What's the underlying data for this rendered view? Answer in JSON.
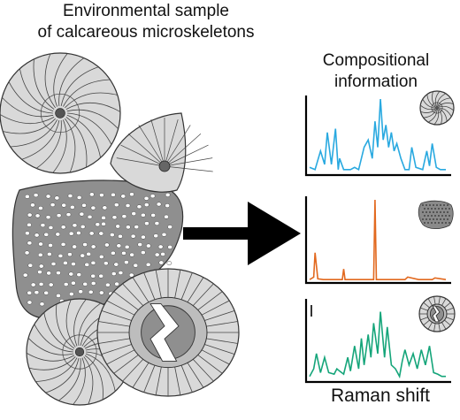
{
  "title": {
    "line1": "Environmental sample",
    "line2": "of calcareous microskeletons"
  },
  "output": {
    "line1": "Compositional",
    "line2": "information"
  },
  "xlabel": "Raman shift",
  "colors": {
    "spectrum_top": "#29a9e0",
    "spectrum_middle": "#e2691f",
    "spectrum_bottom": "#15a57a",
    "shell_fill": "#d9d9d9",
    "coral_fill": "#8f8f8f",
    "arrow": "#000000"
  },
  "icons": [
    "spiral-shell-icon",
    "porous-skeleton-icon",
    "bivalve-shell-icon"
  ],
  "chart_data": [
    {
      "type": "line",
      "name": "top-spectrum",
      "x": [
        0,
        0.04,
        0.08,
        0.11,
        0.13,
        0.16,
        0.19,
        0.21,
        0.22,
        0.25,
        0.3,
        0.33,
        0.36,
        0.4,
        0.43,
        0.46,
        0.48,
        0.5,
        0.52,
        0.54,
        0.56,
        0.58,
        0.6,
        0.62,
        0.64,
        0.67,
        0.7,
        0.73,
        0.75,
        0.78,
        0.83,
        0.86,
        0.88,
        0.9,
        0.93,
        0.96,
        1
      ],
      "values": [
        0.08,
        0.05,
        0.3,
        0.12,
        0.55,
        0.12,
        0.6,
        0.05,
        0.2,
        0.05,
        0.05,
        0.08,
        0.05,
        0.35,
        0.45,
        0.2,
        0.7,
        0.35,
        1.0,
        0.45,
        0.65,
        0.35,
        0.55,
        0.3,
        0.4,
        0.2,
        0.05,
        0.05,
        0.35,
        0.08,
        0.05,
        0.3,
        0.1,
        0.4,
        0.08,
        0.05,
        0.05
      ]
    },
    {
      "type": "line",
      "name": "middle-spectrum",
      "x": [
        0,
        0.03,
        0.04,
        0.06,
        0.1,
        0.2,
        0.24,
        0.25,
        0.26,
        0.3,
        0.4,
        0.47,
        0.48,
        0.49,
        0.55,
        0.7,
        0.72,
        0.8,
        0.9,
        0.92,
        1
      ],
      "values": [
        0.02,
        0.05,
        0.35,
        0.03,
        0.02,
        0.02,
        0.02,
        0.15,
        0.02,
        0.02,
        0.02,
        0.02,
        1.0,
        0.02,
        0.02,
        0.02,
        0.05,
        0.02,
        0.02,
        0.04,
        0.02
      ]
    },
    {
      "type": "line",
      "name": "bottom-spectrum",
      "x": [
        0,
        0.03,
        0.05,
        0.08,
        0.11,
        0.14,
        0.18,
        0.2,
        0.22,
        0.25,
        0.28,
        0.3,
        0.33,
        0.36,
        0.38,
        0.4,
        0.43,
        0.45,
        0.47,
        0.5,
        0.52,
        0.55,
        0.57,
        0.6,
        0.63,
        0.66,
        0.68,
        0.7,
        0.73,
        0.76,
        0.79,
        0.82,
        0.85,
        0.88,
        0.91,
        0.94,
        0.97,
        1
      ],
      "values": [
        0.05,
        0.15,
        0.35,
        0.1,
        0.3,
        0.1,
        0.08,
        0.15,
        0.12,
        0.08,
        0.3,
        0.12,
        0.45,
        0.15,
        0.55,
        0.2,
        0.6,
        0.3,
        0.75,
        0.35,
        0.9,
        0.3,
        0.7,
        0.2,
        0.15,
        0.05,
        0.25,
        0.4,
        0.2,
        0.35,
        0.15,
        0.4,
        0.2,
        0.45,
        0.1,
        0.08,
        0.05,
        0.05
      ]
    }
  ]
}
